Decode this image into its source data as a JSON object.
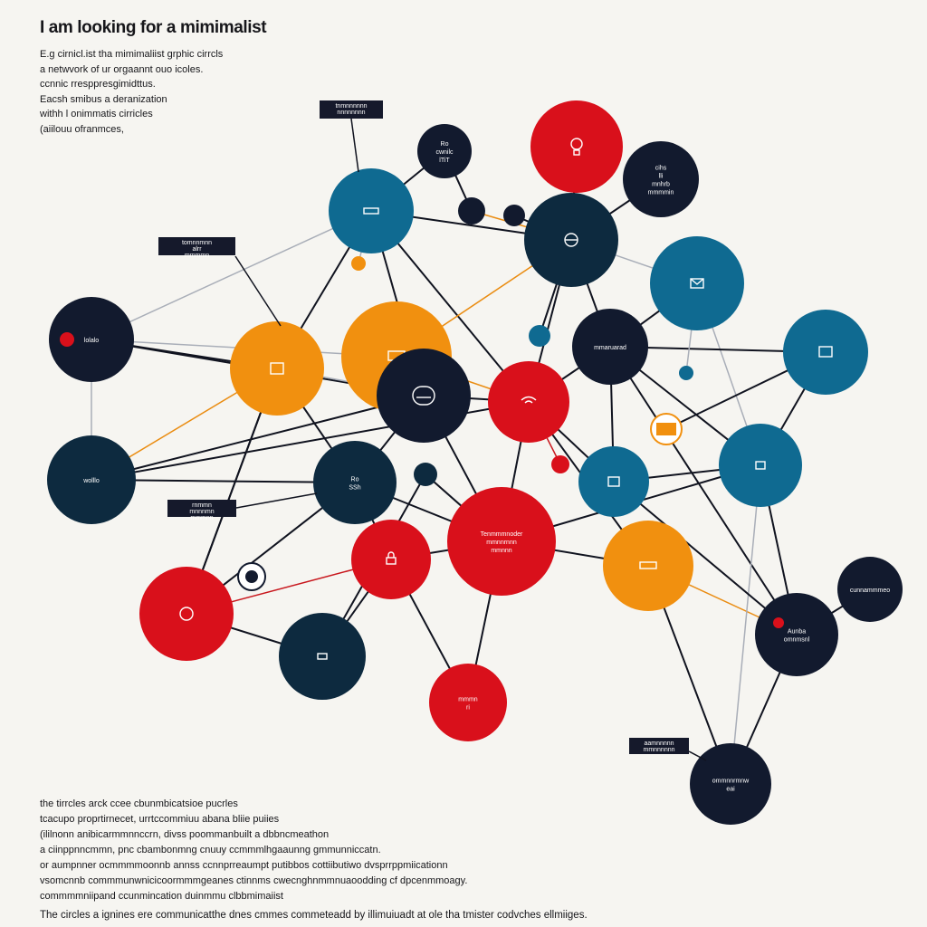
{
  "title": "I am looking for a mimimalist",
  "intro_lines": [
    "E.g cirnicl.ist tha mimimaliist grphic cirrcls",
    "a netwvork of ur orgaannt ouo icoles.",
    "ccnnic rresppresgimidttus.",
    "Eacsh smibus a deranization",
    "withh l onimmatis cirricles",
    "(aiilouu ofranmces,"
  ],
  "notes_lines": [
    "the tirrcles arck ccee cbunmbicatsioe pucrles",
    "tcacupo proprtirnecet, urrtccommiuu abana bliie puiies",
    "(ililnonn anibicarmmnnccrn, divss poommanbuilt a dbbncmeathon",
    "a ciinppnncmmn, pnc cbambonmng cnuuy ccmmmlhgaaunng gmmunniccatn.",
    "or aumpnner ocmmmmoonnb annss ccnnprreaumpt putibbos cottiibutiwo dvsprrppmiicationn",
    "vsomcnnb commmunwnicicoormmmgeanes ctinnms cwecnghnmmnuaoodding cf dpcenmmoagy.",
    "commmmniipand ccunmincation duinmmu clbbmimaiist",
    "The circles a ignines ere communicatthe dnes cmmes commeteadd by illimuiuadt at ole tha tmister codvches ellmiiges."
  ],
  "diagram": {
    "colors": {
      "red": "#d9101b",
      "orange": "#f1900f",
      "blue": "#0f6a91",
      "navy": "#0d2a3f",
      "black": "#121a2e",
      "line": "#10131f",
      "line_gray": "#a9aeb8",
      "line_orange": "#ea8c11",
      "line_red": "#c8171d"
    },
    "nodes": [
      {
        "id": "blue-top-left",
        "color": "blue",
        "icon": "bed-icon",
        "label": ""
      },
      {
        "id": "red-top",
        "color": "red",
        "icon": "lightbulb-icon",
        "label": ""
      },
      {
        "id": "black-top-small",
        "color": "black",
        "icon": "",
        "label": "Ro · cwnilc · lTiT"
      },
      {
        "id": "black-top-right",
        "color": "black",
        "icon": "",
        "label": "cihs · lli · mnhrb · mmmmin"
      },
      {
        "id": "navy-center-top",
        "color": "navy",
        "icon": "globe-icon",
        "label": ""
      },
      {
        "id": "blue-right-upper",
        "color": "blue",
        "icon": "mail-icon",
        "label": ""
      },
      {
        "id": "black-left",
        "color": "black",
        "icon": "dot-icon",
        "label": "lolalo"
      },
      {
        "id": "orange-left",
        "color": "orange",
        "icon": "chart-icon",
        "label": ""
      },
      {
        "id": "orange-center",
        "color": "orange",
        "icon": "tv-icon",
        "label": ""
      },
      {
        "id": "black-center-big",
        "color": "black",
        "icon": "phone-icon",
        "label": ""
      },
      {
        "id": "red-center",
        "color": "red",
        "icon": "wifi-icon",
        "label": ""
      },
      {
        "id": "black-mid-right",
        "color": "black",
        "icon": "",
        "label": "mmaruarad"
      },
      {
        "id": "blue-far-right",
        "color": "blue",
        "icon": "monitor-icon",
        "label": ""
      },
      {
        "id": "navy-left-middle",
        "color": "navy",
        "icon": "",
        "label": "wolllo"
      },
      {
        "id": "navy-center",
        "color": "navy",
        "icon": "",
        "label": "Ro · SSh"
      },
      {
        "id": "blue-center-right",
        "color": "blue",
        "icon": "card-icon",
        "label": ""
      },
      {
        "id": "blue-right",
        "color": "blue",
        "icon": "wallet-icon",
        "label": ""
      },
      {
        "id": "red-center-big",
        "color": "red",
        "icon": "",
        "label": "Tenmmmnoder · mmnnrnnn · mmnnn"
      },
      {
        "id": "red-mid-left",
        "color": "red",
        "icon": "lock-icon",
        "label": ""
      },
      {
        "id": "orange-right",
        "color": "orange",
        "icon": "laptop-icon",
        "label": ""
      },
      {
        "id": "red-bottom-left",
        "color": "red",
        "icon": "ring-icon",
        "label": ""
      },
      {
        "id": "navy-bottom",
        "color": "navy",
        "icon": "battery-icon",
        "label": ""
      },
      {
        "id": "red-bottom",
        "color": "red",
        "icon": "",
        "label": "mmmn · ri"
      },
      {
        "id": "black-right-lower",
        "color": "black",
        "icon": "",
        "label": "cunnammmeo"
      },
      {
        "id": "black-right-bottom",
        "color": "black",
        "icon": "",
        "label": "Aunba · omnmsnl"
      },
      {
        "id": "black-bottom-right",
        "color": "black",
        "icon": "",
        "label": "ommnnrmnw · eai"
      }
    ],
    "small_nodes": [
      {
        "id": "small-black-1",
        "color": "black"
      },
      {
        "id": "small-black-2",
        "color": "black"
      },
      {
        "id": "small-orange-1",
        "color": "orange"
      },
      {
        "id": "small-blue-1",
        "color": "blue"
      },
      {
        "id": "small-blue-2",
        "color": "blue"
      },
      {
        "id": "small-blue-3",
        "color": "navy"
      },
      {
        "id": "small-red-1",
        "color": "red"
      },
      {
        "id": "small-orange-box",
        "color": "orange"
      },
      {
        "id": "small-black-3",
        "color": "black"
      }
    ],
    "tags": [
      {
        "id": "tag-top",
        "text": "tnmnnnnnn · nnnnnnnn"
      },
      {
        "id": "tag-left",
        "text": "tomnnmnn · alrr · mmmmn"
      },
      {
        "id": "tag-mid-left",
        "text": "rnmmn · mnnnmn · mmmnn"
      },
      {
        "id": "tag-bottom-right",
        "text": "aamnnnnn · mmnnnnnn"
      }
    ]
  }
}
